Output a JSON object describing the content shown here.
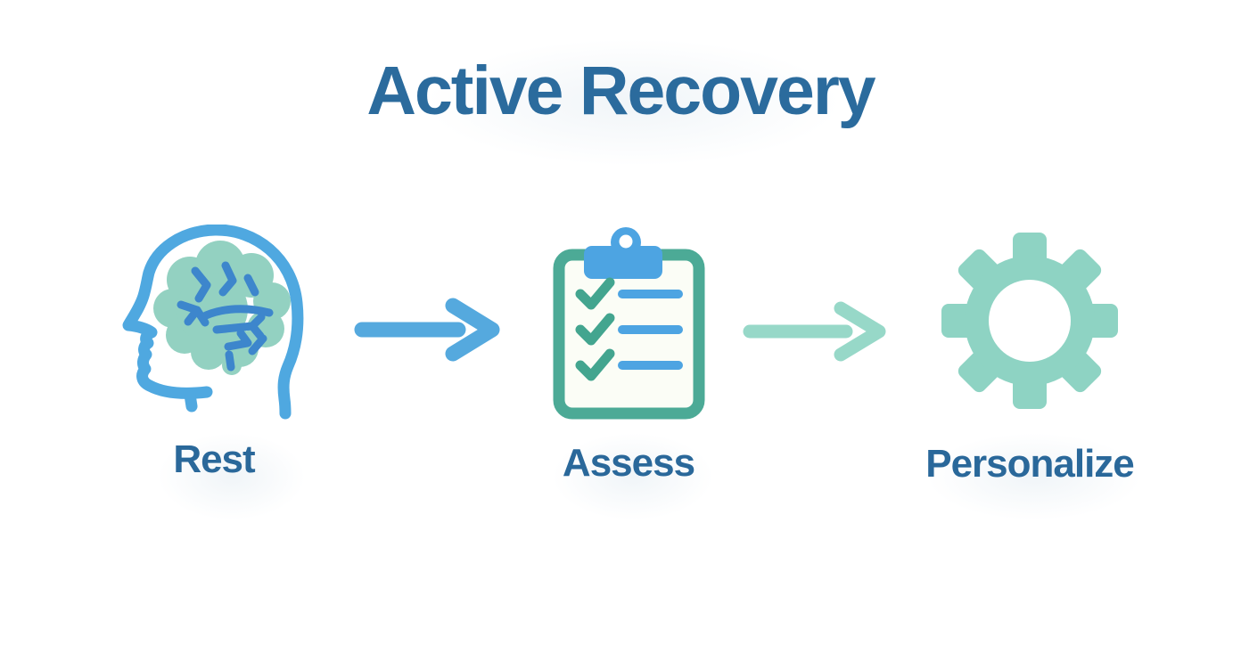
{
  "title": "Active Recovery",
  "steps": [
    {
      "label": "Rest",
      "icon": "head-brain-icon"
    },
    {
      "label": "Assess",
      "icon": "clipboard-checklist-icon"
    },
    {
      "label": "Personalize",
      "icon": "gear-icon"
    }
  ],
  "arrows": [
    {
      "name": "flow-arrow-1",
      "color": "#55a9de"
    },
    {
      "name": "flow-arrow-2",
      "color": "#97d8c8"
    }
  ],
  "colors": {
    "title_text": "#2b6b9d",
    "label_text": "#2a689a",
    "head_outline": "#4fa8e0",
    "brain_fill": "#93d1c1",
    "brain_folds": "#3d86cc",
    "clipboard_border": "#4caa96",
    "clipboard_paper": "#fbfdf6",
    "clip_blue": "#4da4e2",
    "check_teal": "#43a58f",
    "check_line_blue": "#4da4e2",
    "gear_mint": "#8ed3c3",
    "arrow_blue": "#55a9de",
    "arrow_mint": "#97d8c8",
    "background": "#ffffff"
  }
}
